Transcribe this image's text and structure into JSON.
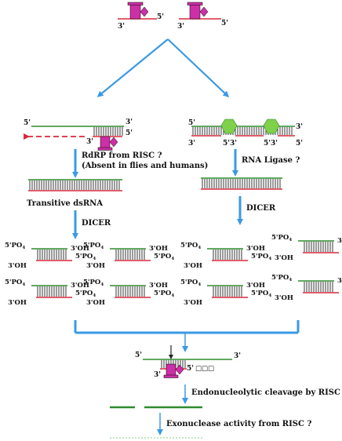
{
  "colors": {
    "guide_strand": "#d6283c",
    "target_strand": "#2e8b2e",
    "risc": "#cc2fa6",
    "ligase_protein": "#7fd14a",
    "arrow": "#3a9ae4",
    "rung": "#222222",
    "faint": "#9ed79e"
  },
  "ends": {
    "five": "5'",
    "three": "3'",
    "five_three": "5'3'"
  },
  "labels": {
    "rdrp_line1": "RdRP from RISC ?",
    "rdrp_line2": "(Absent in flies and humans)",
    "ligase": "RNA Ligase ?",
    "transitive": "Transitive dsRNA",
    "dicer": "DICER",
    "endo": "Endonucleolytic cleavage by  RISC",
    "exo": "Exonuclease activity from RISC  ?"
  },
  "fragment_ends": {
    "p5": "5'PO",
    "p5_sub": "4",
    "oh3": "3'OH",
    "boxes": "□□□"
  },
  "icons": {
    "risc": "risc-complex-icon",
    "ligase": "rna-ligase-icon"
  }
}
